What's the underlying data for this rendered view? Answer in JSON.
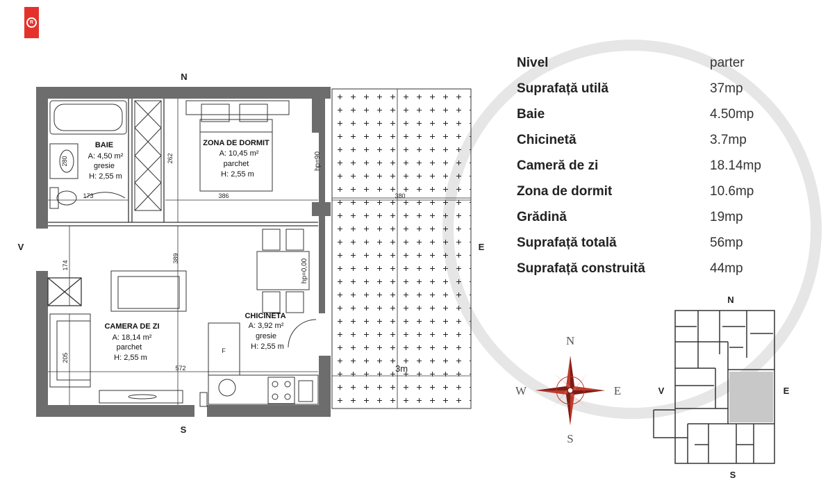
{
  "logo": {
    "mark": "R",
    "color": "#e4322b"
  },
  "plan": {
    "compass_main": {
      "n": "N",
      "s": "S",
      "v": "V",
      "e": "E"
    },
    "rooms": {
      "baie": {
        "name": "BAIE",
        "area": "A: 4,50 m²",
        "finish": "gresie",
        "height": "H: 2,55 m"
      },
      "dormit": {
        "name": "ZONA DE DORMIT",
        "area": "A: 10,45 m²",
        "finish": "parchet",
        "height": "H: 2,55 m"
      },
      "camera": {
        "name": "CAMERA DE ZI",
        "area": "A: 18,14 m²",
        "finish": "parchet",
        "height": "H: 2,55 m"
      },
      "chicineta": {
        "name": "CHICINETA",
        "area": "A: 3,92 m²",
        "finish": "gresie",
        "height": "H: 2,55 m"
      }
    },
    "dimensions": {
      "d173": "173",
      "d386": "386",
      "d380": "380",
      "d262": "262",
      "d389": "389",
      "d174": "174",
      "d205": "205",
      "d572": "572",
      "d280": "280",
      "hp90": "hp=90",
      "hp000": "hp=0,00",
      "garden": "3m"
    },
    "fridge": "F"
  },
  "info": [
    {
      "label": "Nivel",
      "value": "parter"
    },
    {
      "label": "Suprafață utilă",
      "value": "37mp"
    },
    {
      "label": "Baie",
      "value": "4.50mp"
    },
    {
      "label": "Chicinetă",
      "value": "3.7mp"
    },
    {
      "label": "Cameră de zi",
      "value": "18.14mp"
    },
    {
      "label": "Zona de dormit",
      "value": "10.6mp"
    },
    {
      "label": "Grădină",
      "value": "19mp"
    },
    {
      "label": "Suprafață totală",
      "value": "56mp"
    },
    {
      "label": "Suprafață construită",
      "value": "44mp"
    }
  ],
  "rose": {
    "n": "N",
    "s": "S",
    "w": "W",
    "e": "E",
    "color": "#c0392b"
  },
  "mini": {
    "n": "N",
    "s": "S",
    "v": "V",
    "e": "E"
  }
}
